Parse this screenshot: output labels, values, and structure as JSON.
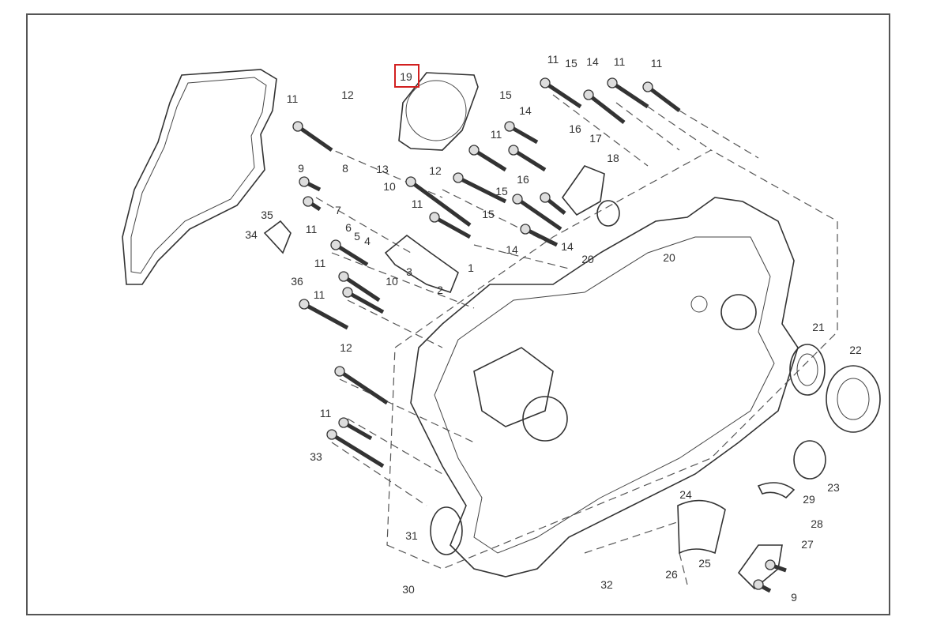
{
  "diagram": {
    "highlighted_callout": "19",
    "highlight_color": "#d22020",
    "callouts": [
      "19",
      "11",
      "15",
      "14",
      "11",
      "11",
      "11",
      "12",
      "15",
      "14",
      "11",
      "16",
      "17",
      "18",
      "9",
      "8",
      "13",
      "10",
      "11",
      "12",
      "16",
      "15",
      "15",
      "14",
      "14",
      "20",
      "20",
      "7",
      "6",
      "5",
      "4",
      "35",
      "34",
      "11",
      "11",
      "3",
      "1",
      "2",
      "10",
      "36",
      "12",
      "11",
      "33",
      "21",
      "22",
      "23",
      "24",
      "25",
      "26",
      "27",
      "28",
      "29",
      "9",
      "31",
      "30",
      "32",
      "11"
    ]
  }
}
